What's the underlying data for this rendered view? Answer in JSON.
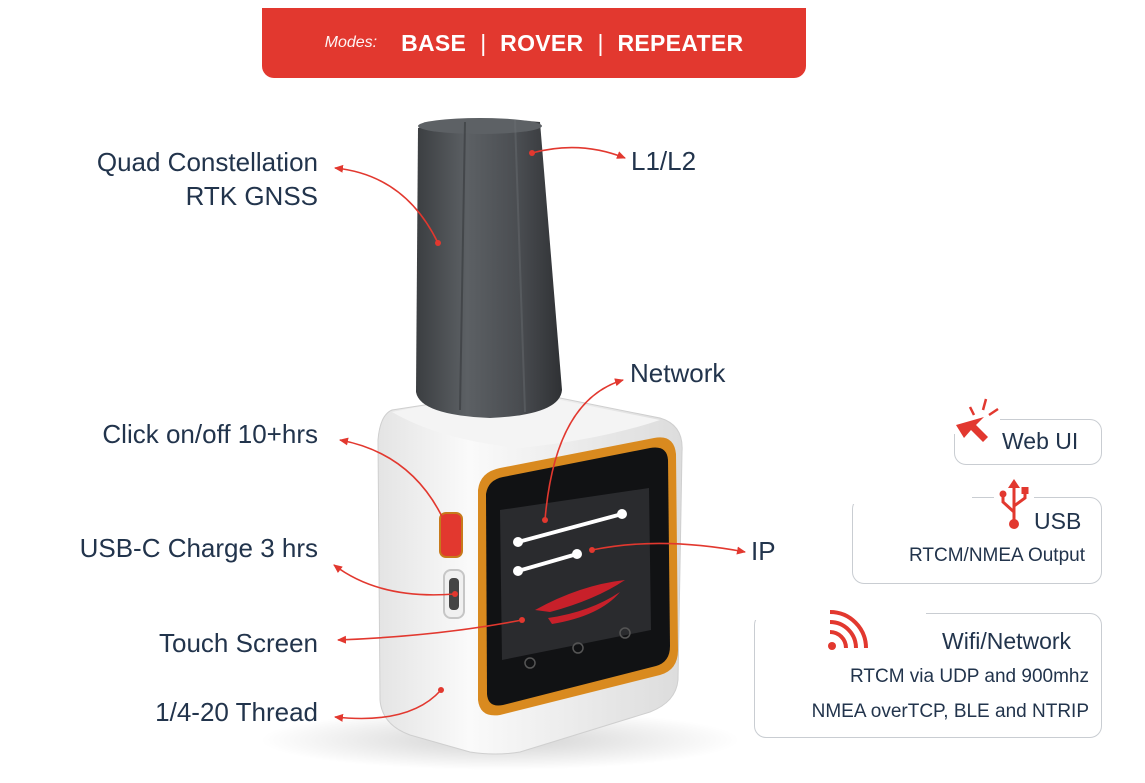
{
  "banner": {
    "modes_label": "Modes:",
    "modes": [
      "BASE",
      "ROVER",
      "REPEATER"
    ],
    "color": "#e2382f"
  },
  "callouts": {
    "gnss_line1": "Quad Constellation",
    "gnss_line2": "RTK GNSS",
    "l1l2": "L1/L2",
    "network": "Network",
    "click": "Click on/off 10+hrs",
    "usbc": "USB-C Charge 3 hrs",
    "ip": "IP",
    "touch": "Touch Screen",
    "thread": "1/4-20 Thread"
  },
  "features": {
    "webui": {
      "title": "Web UI",
      "icon": "cursor-click-icon"
    },
    "usb": {
      "title": "USB",
      "line1": "RTCM/NMEA Output",
      "icon": "usb-icon"
    },
    "wifi": {
      "title": "Wifi/Network",
      "line1": "RTCM via UDP and 900mhz",
      "line2": "NMEA overTCP, BLE and NTRIP",
      "icon": "wifi-signal-icon"
    }
  },
  "colors": {
    "accent": "#e2382f",
    "text": "#22344c",
    "device_frame": "#d98a1f"
  }
}
